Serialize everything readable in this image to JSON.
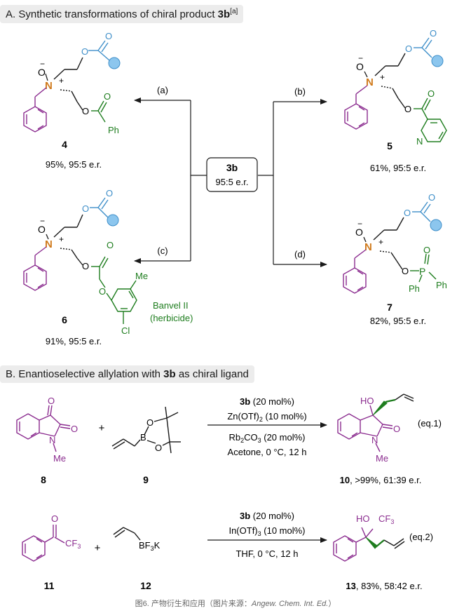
{
  "panel_a": {
    "letter": "A.",
    "title": "Synthetic transformations of chiral product ",
    "compound": "3b",
    "note": "[a]"
  },
  "panel_b": {
    "letter": "B.",
    "title_pre": "Enantioselective allylation with ",
    "compound": "3b",
    "title_post": " as chiral ligand"
  },
  "center_box": {
    "name": "3b",
    "er": "95:5 e.r."
  },
  "routes": {
    "a": "(a)",
    "b": "(b)",
    "c": "(c)",
    "d": "(d)"
  },
  "atoms": {
    "O_minus": "O",
    "minus": "−",
    "N": "N",
    "plus": "+",
    "O": "O",
    "Ph": "Ph",
    "P": "P",
    "Me": "Me",
    "Cl": "Cl",
    "HO": "HO",
    "CF3": "CF",
    "three": "3",
    "B": "B",
    "BF3K_1": "BF",
    "BF3K_2": "K"
  },
  "compounds": {
    "c4": {
      "label": "4",
      "result": "95%, 95:5 e.r."
    },
    "c5": {
      "label": "5",
      "result": "61%, 95:5 e.r."
    },
    "c6": {
      "label": "6",
      "result": "91%, 95:5 e.r.",
      "tag1": "Banvel II",
      "tag2": "(herbicide)"
    },
    "c7": {
      "label": "7",
      "result": "82%, 95:5 e.r."
    },
    "c8": {
      "label": "8"
    },
    "c9": {
      "label": "9"
    },
    "c10": {
      "label": "10",
      "result": ", >99%, 61:39 e.r."
    },
    "c11": {
      "label": "11"
    },
    "c12": {
      "label": "12"
    },
    "c13": {
      "label": "13",
      "result": ", 83%, 58:42 e.r."
    }
  },
  "eq1": {
    "above1_cmpd": "3b",
    "above1_rest": " (20 mol%)",
    "above2_pre": "Zn(OTf)",
    "above2_sub": "2",
    "above2_post": " (10 mol%)",
    "below1_pre": "Rb",
    "below1_sub1": "2",
    "below1_mid": "CO",
    "below1_sub2": "3",
    "below1_post": " (20 mol%)",
    "below2": "Acetone, 0 °C, 12 h",
    "tag": "(eq.1)"
  },
  "eq2": {
    "above1_cmpd": "3b",
    "above1_rest": " (20 mol%)",
    "above2_pre": "In(OTf)",
    "above2_sub": "3",
    "above2_post": " (10 mol%)",
    "below1": "THF, 0 °C, 12 h",
    "tag": "(eq.2)"
  },
  "plus_sign": "+",
  "caption": {
    "pre": "图6. 产物衍生和应用（图片来源：",
    "journal": "Angew. Chem. Int. Ed.",
    "post": "）"
  },
  "colors": {
    "purple": "#8b2c8f",
    "blue": "#3f8fc9",
    "blue_fill": "#8cc6ee",
    "green": "#1e7d1e",
    "orange": "#d07a1c",
    "bond": "#1a1a1a"
  }
}
